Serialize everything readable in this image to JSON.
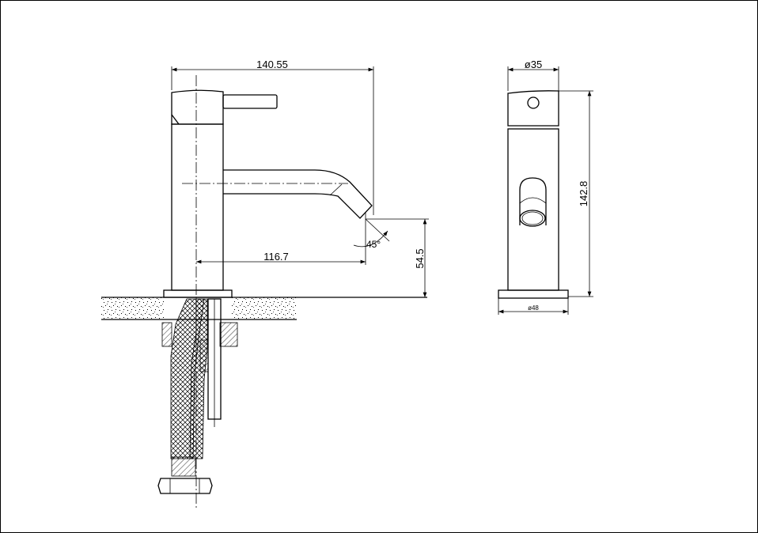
{
  "drawing": {
    "side_view": {
      "overall_length": "140.55",
      "spout_reach": "116.7",
      "spout_height": "54.5",
      "spout_angle": "45°"
    },
    "front_view": {
      "head_diameter": "ø35",
      "total_height": "142.8",
      "base_diameter": "ø48"
    }
  }
}
